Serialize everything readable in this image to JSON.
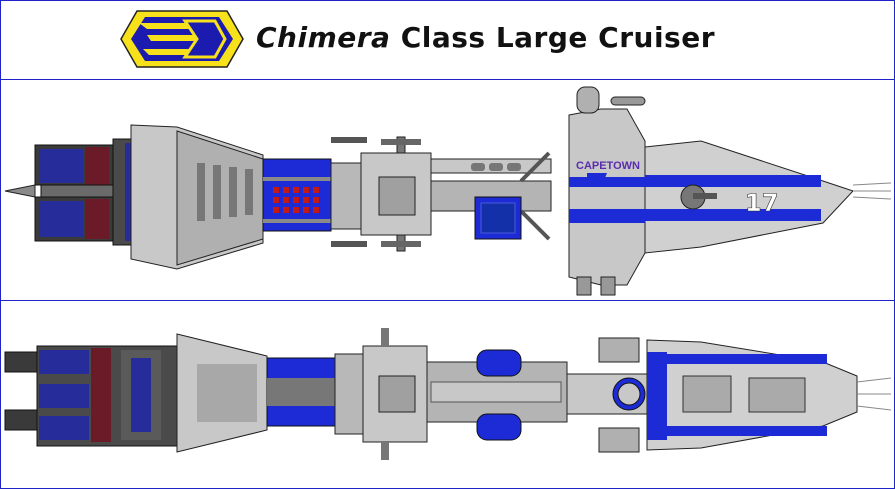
{
  "header": {
    "title_italic": "Chimera",
    "title_rest": " Class Large Cruiser"
  },
  "ship": {
    "name_label": "CAPETOWN",
    "hull_number": "17"
  },
  "icons": {
    "logo": "faction-emblem-icon"
  },
  "colors": {
    "border": "#1f24c8",
    "hull_light": "#c8c8c8",
    "hull_mid": "#a8a8a8",
    "hull_dark": "#5a5a5a",
    "stripe_blue": "#1c2bd6",
    "engine_blue": "#262c9a",
    "engine_red": "#6b1a28",
    "logo_yellow": "#f7e11b"
  }
}
